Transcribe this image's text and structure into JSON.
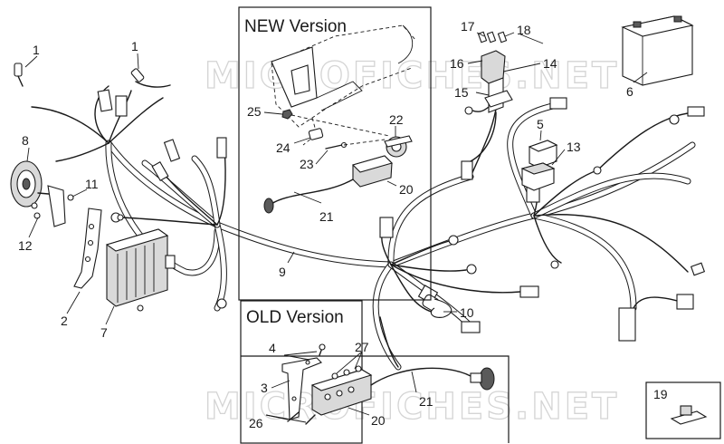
{
  "watermark": "MICROFICHES.NET",
  "insets": {
    "new_version": "NEW Version",
    "old_version": "OLD Version"
  },
  "callouts": {
    "c1a": "1",
    "c1b": "1",
    "c2": "2",
    "c3": "3",
    "c4": "4",
    "c5": "5",
    "c6": "6",
    "c7": "7",
    "c8": "8",
    "c9": "9",
    "c10": "10",
    "c11": "11",
    "c12": "12",
    "c13": "13",
    "c14": "14",
    "c15": "15",
    "c16": "16",
    "c17": "17",
    "c18": "18",
    "c19": "19",
    "c20a": "20",
    "c20b": "20",
    "c21a": "21",
    "c21b": "21",
    "c22": "22",
    "c23": "23",
    "c24": "24",
    "c25": "25",
    "c26": "26",
    "c27": "27"
  }
}
